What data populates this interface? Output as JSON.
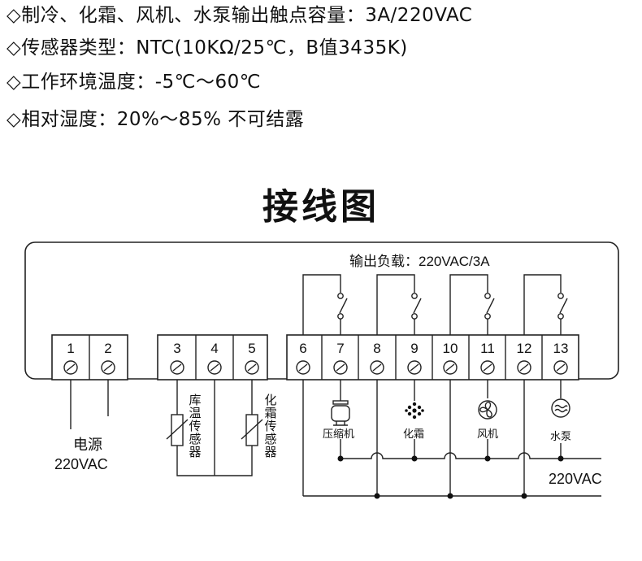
{
  "specs": [
    "◇制冷、化霜、风机、水泵输出触点容量：3A/220VAC",
    "◇传感器类型：NTC(10KΩ/25℃，B值3435K)",
    "◇工作环境温度：-5℃～60℃",
    "◇相对湿度：20%～85% 不可结露"
  ],
  "title": "接线图",
  "diagram": {
    "output_load": "输出负载：220VAC/3A",
    "terminals": [
      "1",
      "2",
      "3",
      "4",
      "5",
      "6",
      "7",
      "8",
      "9",
      "10",
      "11",
      "12",
      "13"
    ],
    "power_label_1": "电源",
    "power_label_2": "220VAC",
    "room_sensor": [
      "库",
      "温",
      "传",
      "感",
      "器"
    ],
    "defrost_sensor": [
      "化",
      "霜",
      "传",
      "感",
      "器"
    ],
    "compressor": "压缩机",
    "defrost": "化霜",
    "fan": "风机",
    "pump": "水泵",
    "line_voltage": "220VAC"
  }
}
